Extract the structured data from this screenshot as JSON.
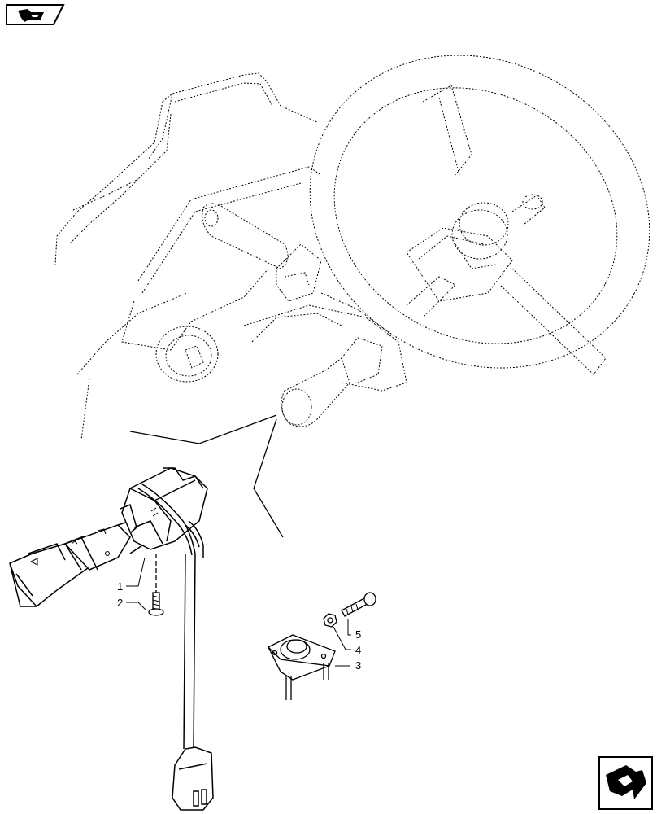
{
  "nav": {
    "top_icon": "book-arrow-icon",
    "bottom_icon": "next-page-arrow-icon"
  },
  "callouts": [
    {
      "id": "1",
      "label": "1"
    },
    {
      "id": "2",
      "label": "2"
    },
    {
      "id": "3",
      "label": "3"
    },
    {
      "id": "4",
      "label": "4"
    },
    {
      "id": "5",
      "label": "5"
    }
  ],
  "colors": {
    "line": "#000000",
    "background": "#ffffff"
  }
}
